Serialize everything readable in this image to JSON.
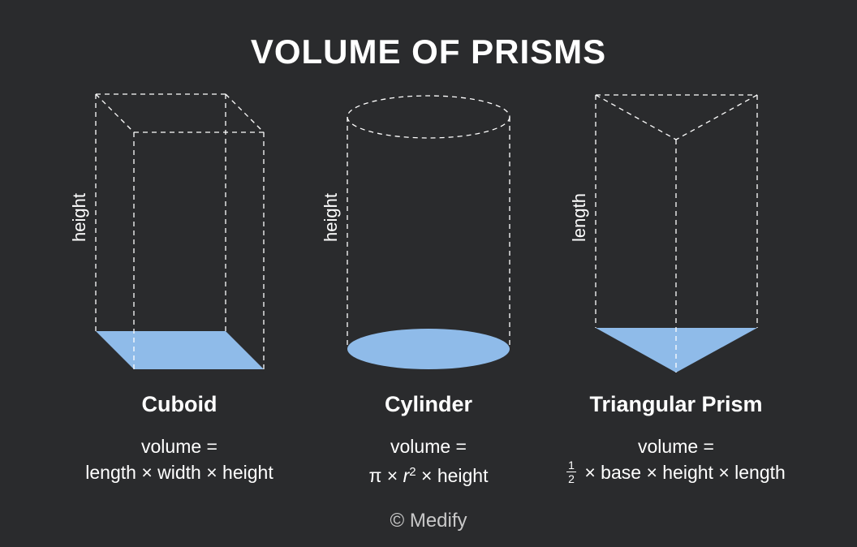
{
  "title": "VOLUME OF PRISMS",
  "colors": {
    "background": "#2a2b2d",
    "base_fill": "#8fbbe9",
    "outline": "#ffffff"
  },
  "shapes": [
    {
      "name": "Cuboid",
      "dimension_label": "height",
      "formula_line1": "volume =",
      "formula_line2": "length × width × height"
    },
    {
      "name": "Cylinder",
      "dimension_label": "height",
      "formula_line1": "volume =",
      "formula_pi": "π",
      "formula_times1": " × ",
      "formula_r": "r",
      "formula_sup": "2",
      "formula_rest": " × height"
    },
    {
      "name": "Triangular Prism",
      "dimension_label": "length",
      "formula_line1": "volume =",
      "formula_frac_num": "1",
      "formula_frac_den": "2",
      "formula_rest": " × base × height × length"
    }
  ],
  "copyright": "© Medify"
}
